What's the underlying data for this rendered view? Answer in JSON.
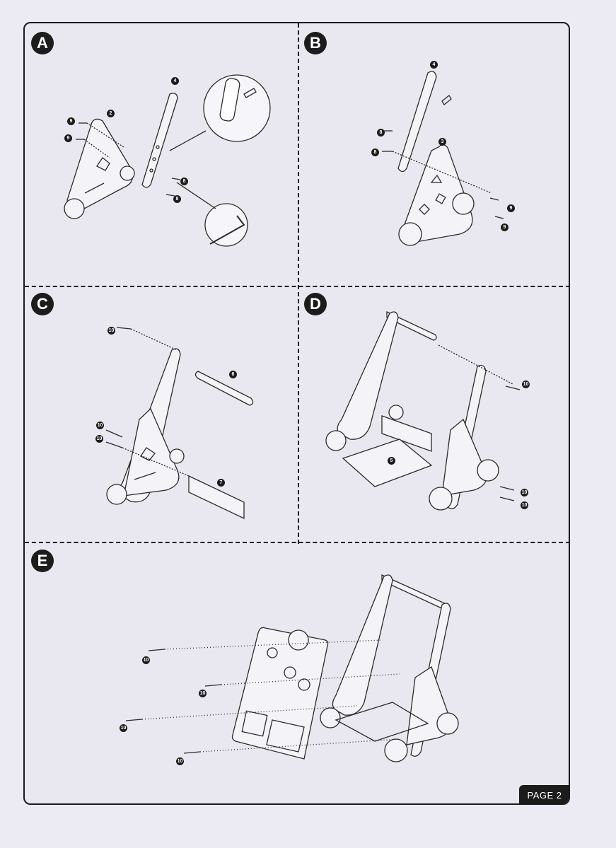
{
  "steps": [
    "A",
    "B",
    "C",
    "D",
    "E"
  ],
  "page_label": "PAGE 2",
  "parts": {
    "a": [
      "9",
      "9",
      "2",
      "4",
      "8",
      "8"
    ],
    "b": [
      "4",
      "8",
      "8",
      "3",
      "9",
      "9"
    ],
    "c": [
      "10",
      "6",
      "10",
      "10",
      "7"
    ],
    "d": [
      "10",
      "5",
      "10",
      "10"
    ],
    "e": [
      "10",
      "10",
      "10",
      "10"
    ]
  }
}
